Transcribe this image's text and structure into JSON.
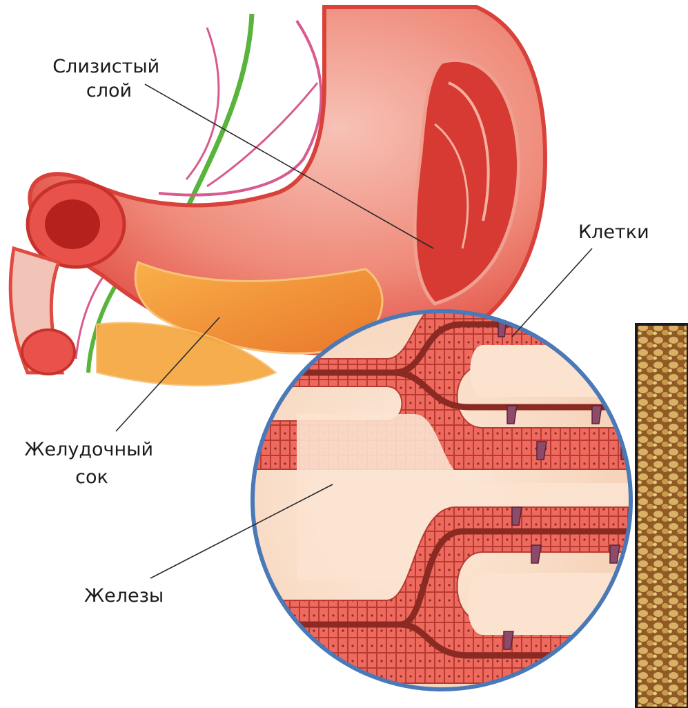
{
  "labels": {
    "mucous_layer": [
      "Слизистый",
      "слой"
    ],
    "cells": "Клетки",
    "gastric_juice": [
      "Желудочный",
      "сок"
    ],
    "glands": "Железы"
  },
  "colors": {
    "stomach_outer": "#e8524a",
    "stomach_light": "#f5b8ad",
    "stomach_inner": "#c8322c",
    "juice": "#f39a2a",
    "nerve": "#58b43a",
    "vessel": "#d85a8e",
    "circle_fill": "#fbe3d0",
    "circle_border": "#4a79b8",
    "cell": "#ee6a5e",
    "cell_dark": "#8a2a22",
    "mucosa_photo": "#b9892f"
  }
}
